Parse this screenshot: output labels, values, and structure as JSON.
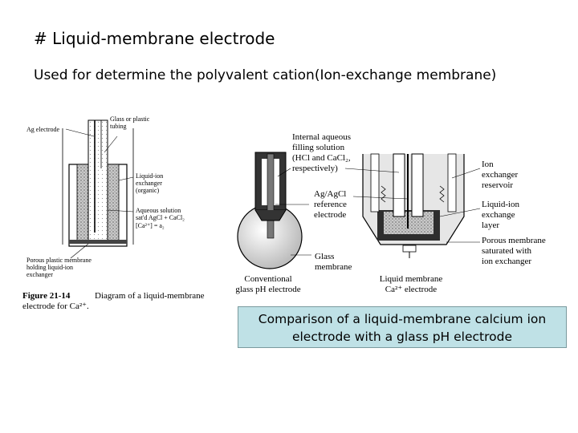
{
  "slide": {
    "title": "# Liquid-membrane electrode",
    "subtitle": "Used for determine the polyvalent cation(Ion-exchange membrane)"
  },
  "figure_left": {
    "label_ag_electrode": "Ag electrode",
    "label_glass_tubing_1": "Glass or plastic",
    "label_glass_tubing_2": "tubing",
    "label_liquid_ion_1": "Liquid-ion",
    "label_liquid_ion_2": "exchanger",
    "label_liquid_ion_3": "(organic)",
    "label_aqueous_1": "Aqueous solution",
    "label_aqueous_2": "sat'd AgCl + CaCl₂",
    "label_aqueous_3": "[Ca²⁺] = a₂",
    "label_porous_1": "Porous plastic membrane",
    "label_porous_2": "holding liquid-ion",
    "label_porous_3": "exchanger",
    "caption_number": "Figure 21-14",
    "caption_text_1": "Diagram of a liquid-membrane",
    "caption_text_2": "electrode for Ca²⁺."
  },
  "figure_right": {
    "label_internal_1": "Internal aqueous",
    "label_internal_2": "filling solution",
    "label_internal_3": "(HCl and CaCl₂,",
    "label_internal_4": "respectively)",
    "label_agagcl_1": "Ag/AgCl",
    "label_agagcl_2": "reference",
    "label_agagcl_3": "electrode",
    "label_glass_mem_1": "Glass",
    "label_glass_mem_2": "membrane",
    "label_conv_1": "Conventional",
    "label_conv_2": "glass pH electrode",
    "label_lm_1": "Liquid membrane",
    "label_lm_2": "Ca²⁺ electrode",
    "label_ion_res_1": "Ion",
    "label_ion_res_2": "exchanger",
    "label_ion_res_3": "reservoir",
    "label_li_layer_1": "Liquid-ion",
    "label_li_layer_2": "exchange",
    "label_li_layer_3": "layer",
    "label_pm_1": "Porous membrane",
    "label_pm_2": "saturated with",
    "label_pm_3": "ion exchanger"
  },
  "comparison_box": {
    "line1": "Comparison of a liquid-membrane calcium ion",
    "line2": "electrode with a glass pH electrode",
    "bg_color": "#bfe1e6"
  }
}
